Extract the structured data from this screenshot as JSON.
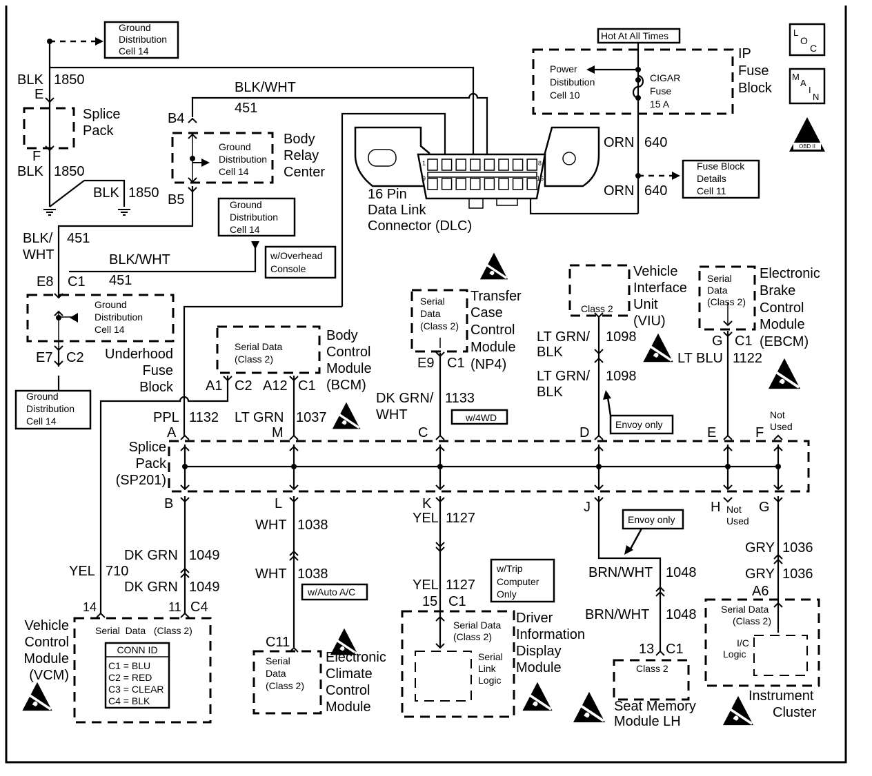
{
  "top_left": {
    "gd_top": [
      "Ground",
      "Distribution",
      "Cell 14"
    ],
    "blk1850_1": {
      "color": "BLK",
      "circuit": "1850"
    },
    "blk1850_2": {
      "color": "BLK",
      "circuit": "1850"
    },
    "blk1850_3": {
      "color": "BLK",
      "circuit": "1850"
    },
    "pin_e": "E",
    "pin_f": "F",
    "splice_pack": [
      "Splice",
      "Pack"
    ]
  },
  "body_relay": {
    "wire": {
      "color": "BLK/WHT",
      "circuit": "451"
    },
    "pin_b4": "B4",
    "pin_b5": "B5",
    "gd": [
      "Ground",
      "Distribution",
      "Cell 14"
    ],
    "label": [
      "Body",
      "Relay",
      "Center"
    ]
  },
  "gd_mid": [
    "Ground",
    "Distribution",
    "Cell 14"
  ],
  "overhead": [
    "w/Overhead",
    "Console"
  ],
  "underhood": {
    "wire_left": {
      "color": [
        "BLK/",
        "WHT"
      ],
      "circuit": "451"
    },
    "wire_low": {
      "color": "BLK/WHT",
      "circuit": "451"
    },
    "pin_e8": "E8",
    "conn_c1": "C1",
    "pin_e7": "E7",
    "conn_c2": "C2",
    "gd": [
      "Ground",
      "Distribution",
      "Cell 14"
    ],
    "label": [
      "Underhood",
      "Fuse",
      "Block"
    ],
    "gd_bottom": [
      "Ground",
      "Distribution",
      "Cell 14"
    ]
  },
  "dlc": {
    "label": [
      "16 Pin",
      "Data Link",
      "Connector (DLC)"
    ],
    "pin_1": "1",
    "pin_8": "8",
    "pin_9": "9",
    "pin_16": "16"
  },
  "ip_fuse": {
    "hot": "Hot At All Times",
    "power_dist": [
      "Power",
      "Distibution",
      "Cell 10"
    ],
    "fuse": [
      "CIGAR",
      "Fuse",
      "15 A"
    ],
    "label": [
      "IP",
      "Fuse",
      "Block"
    ],
    "orn1": {
      "color": "ORN",
      "circuit": "640"
    },
    "orn2": {
      "color": "ORN",
      "circuit": "640"
    },
    "details": [
      "Fuse Block",
      "Details",
      "Cell 11"
    ]
  },
  "badges": {
    "loc": [
      "L",
      "O",
      "C"
    ],
    "main": [
      "M",
      "A",
      "I",
      "N"
    ],
    "obd": "OBD II"
  },
  "bcm": {
    "box": [
      "Serial Data",
      "(Class 2)"
    ],
    "pin_a1": "A1",
    "conn_c2": "C2",
    "pin_a12": "A12",
    "conn_c1": "C1",
    "label": [
      "Body",
      "Control",
      "Module",
      "(BCM)"
    ]
  },
  "tccm": {
    "box": [
      "Serial",
      "Data",
      "(Class 2)"
    ],
    "pin": "E9",
    "conn": "C1",
    "label": [
      "Transfer",
      "Case",
      "Control",
      "Module",
      "(NP4)"
    ],
    "wire": {
      "color": [
        "DK GRN/",
        "WHT"
      ],
      "circuit": "1133"
    },
    "option": "w/4WD"
  },
  "viu": {
    "box": "Class 2",
    "label": [
      "Vehicle",
      "Interface",
      "Unit",
      "(VIU)"
    ],
    "wire1": {
      "color": [
        "LT GRN/",
        "BLK"
      ],
      "circuit": "1098"
    },
    "wire2": {
      "color": [
        "LT GRN/",
        "BLK"
      ],
      "circuit": "1098"
    },
    "option": "Envoy only"
  },
  "ebcm": {
    "box": [
      "Serial",
      "Data",
      "(Class 2)"
    ],
    "pin": "G",
    "conn": "C1",
    "wire": {
      "color": "LT BLU",
      "circuit": "1122"
    },
    "label": [
      "Electronic",
      "Brake",
      "Control",
      "Module",
      "(EBCM)"
    ]
  },
  "splice": {
    "label": [
      "Splice",
      "Pack",
      "(SP201)"
    ],
    "top_pins": [
      "A",
      "M",
      "C",
      "D",
      "E",
      "F"
    ],
    "bottom_pins": [
      "B",
      "L",
      "K",
      "J",
      "H",
      "G"
    ],
    "not_used_f": [
      "Not",
      "Used"
    ],
    "not_used_h": [
      "Not",
      "Used"
    ],
    "ppl": {
      "color": "PPL",
      "circuit": "1132"
    },
    "ltgrn": {
      "color": "LT GRN",
      "circuit": "1037"
    }
  },
  "vcm": {
    "yel": {
      "color": "YEL",
      "circuit": "710"
    },
    "dkgrn1": {
      "color": "DK GRN",
      "circuit": "1049"
    },
    "dkgrn2": {
      "color": "DK GRN",
      "circuit": "1049"
    },
    "pin_14": "14",
    "pin_11": "11",
    "conn": "C4",
    "box": "Serial  Data   (Class 2)",
    "conn_id": {
      "title": "CONN ID",
      "rows": [
        "C1 = BLU",
        "C2 = RED",
        "C3 = CLEAR",
        "C4 = BLK"
      ]
    },
    "label": [
      "Vehicle",
      "Control",
      "Module",
      "(VCM)"
    ]
  },
  "eccm": {
    "wht1": {
      "color": "WHT",
      "circuit": "1038"
    },
    "wht2": {
      "color": "WHT",
      "circuit": "1038"
    },
    "option": "w/Auto A/C",
    "pin": "C11",
    "box": [
      "Serial",
      "Data",
      "(Class 2)"
    ],
    "label": [
      "Electronic",
      "Climate",
      "Control",
      "Module"
    ]
  },
  "dic": {
    "yel1": {
      "color": "YEL",
      "circuit": "1127"
    },
    "yel2": {
      "color": "YEL",
      "circuit": "1127"
    },
    "option": [
      "w/Trip",
      "Computer",
      "Only"
    ],
    "pin": "15",
    "conn": "C1",
    "box": [
      "Serial Data",
      "(Class 2)"
    ],
    "logic": [
      "Serial",
      "Link",
      "Logic"
    ],
    "label": [
      "Driver",
      "Information",
      "Display",
      "Module"
    ]
  },
  "seat": {
    "option": "Envoy only",
    "brn1": {
      "color": "BRN/WHT",
      "circuit": "1048"
    },
    "brn2": {
      "color": "BRN/WHT",
      "circuit": "1048"
    },
    "pin": "13",
    "conn": "C1",
    "box": "Class 2",
    "label": [
      "Seat Memory",
      "Module LH"
    ]
  },
  "ic": {
    "gry1": {
      "color": "GRY",
      "circuit": "1036"
    },
    "gry2": {
      "color": "GRY",
      "circuit": "1036"
    },
    "pin": "A6",
    "box": [
      "Serial Data",
      "(Class 2)"
    ],
    "logic": [
      "I/C",
      "Logic"
    ],
    "label": [
      "Instrument",
      "Cluster"
    ]
  },
  "icons": {
    "esd": "electrostatic-discharge-warning",
    "ground": "ground-symbol",
    "splice": "splice-dot"
  }
}
